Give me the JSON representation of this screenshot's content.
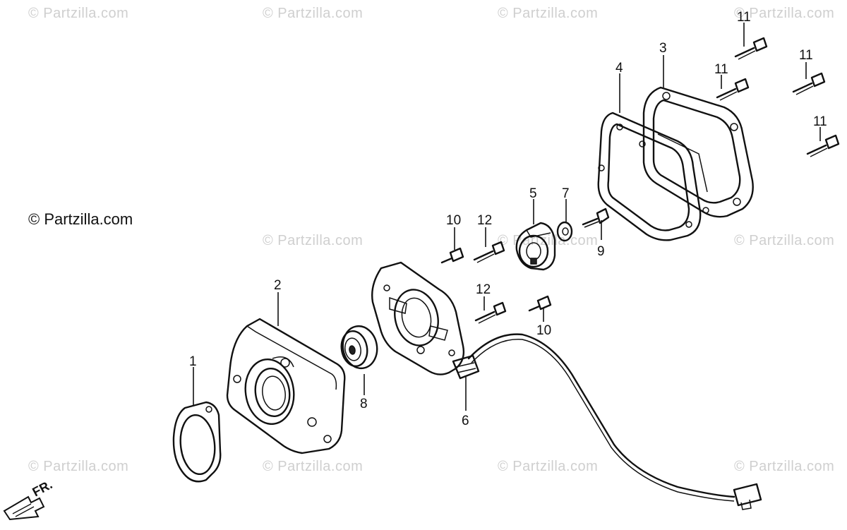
{
  "watermarks": {
    "main_text": "© Partzilla.com",
    "faint_text": "© Partzilla.com"
  },
  "direction_marker": {
    "text": "FR.",
    "icon": "front-arrow-icon"
  },
  "callouts": [
    "1",
    "2",
    "3",
    "4",
    "5",
    "6",
    "7",
    "8",
    "9",
    "10",
    "10",
    "11",
    "11",
    "11",
    "11",
    "12",
    "12"
  ]
}
